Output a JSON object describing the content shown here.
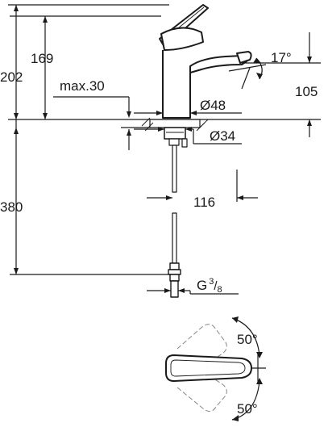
{
  "dimensions": {
    "height_total": "202",
    "height_spout": "169",
    "spout_angle": "17°",
    "spout_reach": "105",
    "max_deck": "max.30",
    "base_diameter": "Ø48",
    "hole_diameter": "Ø34",
    "hose_offset": "116",
    "hose_length": "380",
    "thread_prefix": "G",
    "thread_num": "3",
    "thread_den": "8",
    "lever_angle_top": "50°",
    "lever_angle_bottom": "50°"
  }
}
